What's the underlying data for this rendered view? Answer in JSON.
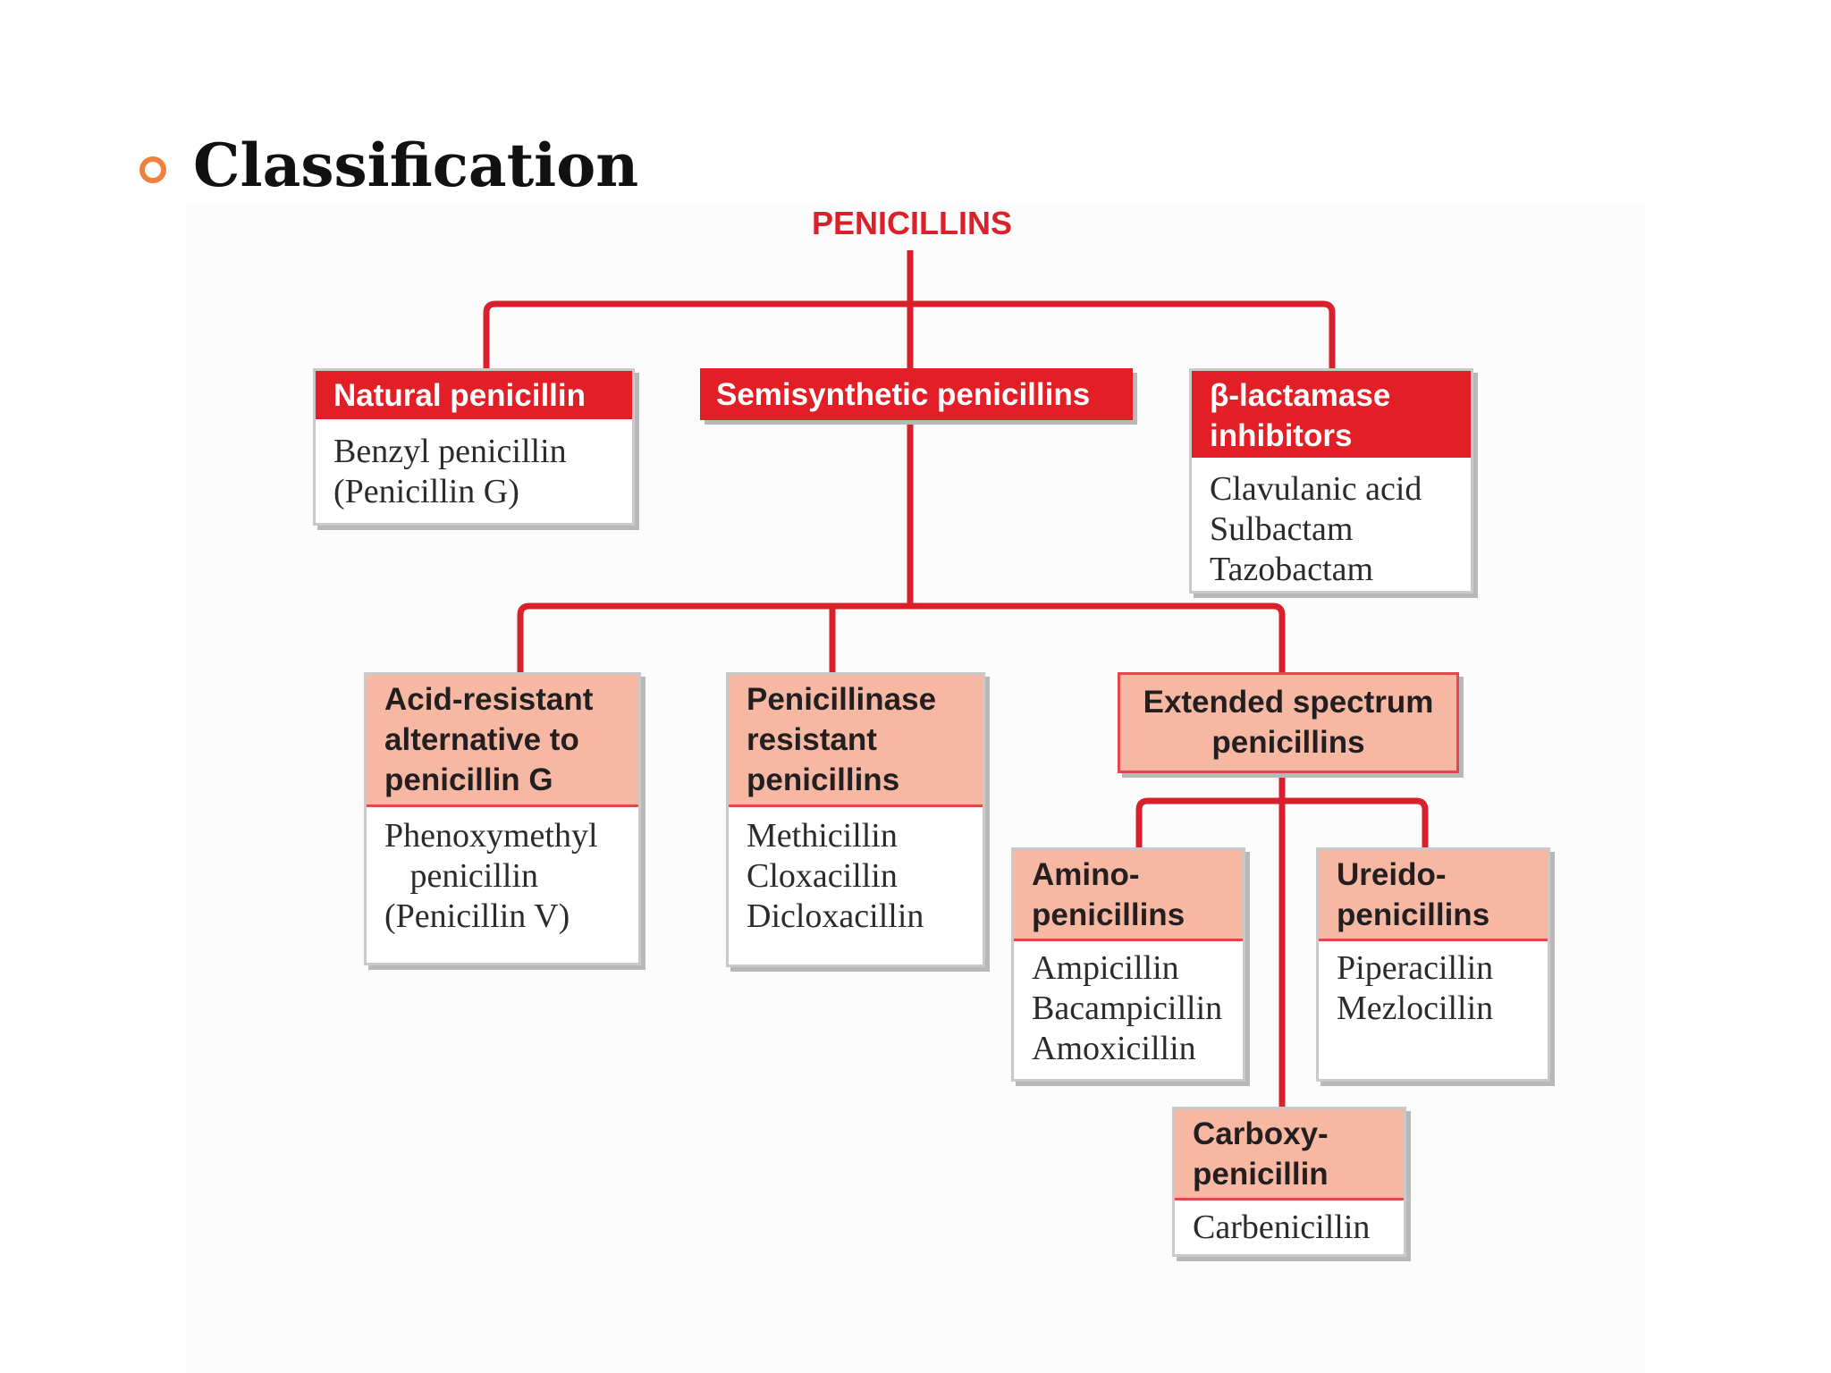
{
  "slide": {
    "title": "Classification",
    "accent_color": "#f0813d",
    "bullet_icon": "hollow-circle"
  },
  "diagram": {
    "type": "hierarchy",
    "line_color": "#d9212c",
    "root": "PENICILLINS",
    "natural": {
      "heading": "Natural penicillin",
      "items": "Benzyl penicillin\n(Penicillin G)"
    },
    "semisynthetic": {
      "heading": "Semisynthetic penicillins"
    },
    "inhibitors": {
      "heading": "β-lactamase\ninhibitors",
      "items": "Clavulanic acid\nSulbactam\nTazobactam"
    },
    "acid_resistant": {
      "heading": "Acid-resistant\nalternative to\npenicillin G",
      "items": "Phenoxymethyl\n   penicillin\n(Penicillin V)"
    },
    "penicillinase_resistant": {
      "heading": "Penicillinase\nresistant\npenicillins",
      "items": "Methicillin\nCloxacillin\nDicloxacillin"
    },
    "extended_spectrum": {
      "heading": "Extended spectrum\npenicillins"
    },
    "amino": {
      "heading": "Amino-\npenicillins",
      "items": "Ampicillin\nBacampicillin\nAmoxicillin"
    },
    "ureido": {
      "heading": "Ureido-\npenicillins",
      "items": "Piperacillin\nMezlocillin"
    },
    "carboxy": {
      "heading": "Carboxy-\npenicillin",
      "items": "Carbenicillin"
    }
  }
}
